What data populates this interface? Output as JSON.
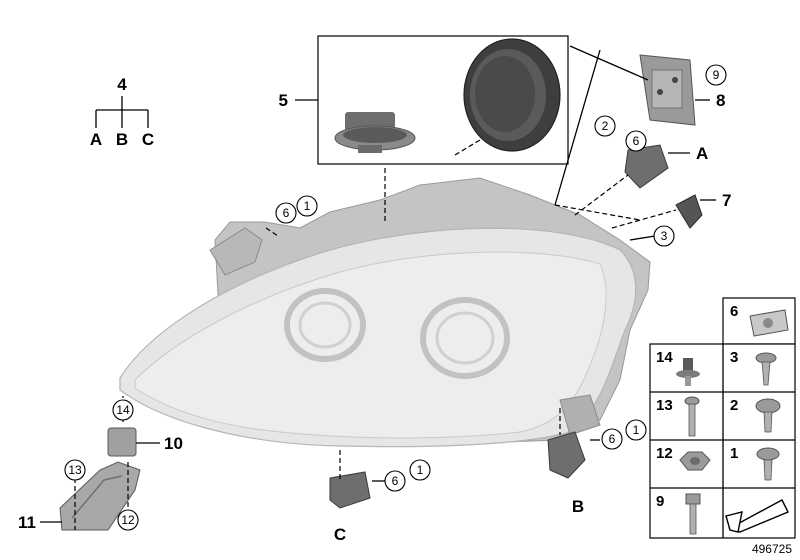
{
  "tree": {
    "root": "4",
    "children": [
      "A",
      "B",
      "C"
    ]
  },
  "callouts": {
    "c5": "5",
    "c7": "7",
    "c8": "8",
    "c9": "9",
    "c10": "10",
    "c11": "11",
    "c2a": "2",
    "c6a": "6",
    "c6b": "6",
    "c1b": "1",
    "c3": "3",
    "c6c": "6",
    "c1c": "1",
    "c6d": "6",
    "c1d": "1",
    "c14": "14",
    "c13": "13",
    "c12": "12",
    "cA": "A",
    "cB": "B",
    "cC": "C"
  },
  "parts_table": [
    {
      "num": "6",
      "part": "clip-nut"
    },
    {
      "num": "14",
      "part": "rubber-mount",
      "num2": "3",
      "part2": "self-tapping-screw"
    },
    {
      "num": "13",
      "part": "bolt",
      "num2": "2",
      "part2": "washer-screw"
    },
    {
      "num": "12",
      "part": "hex-nut",
      "num2": "1",
      "part2": "washer-screw"
    },
    {
      "num": "9",
      "part": "hex-bolt",
      "part2": "arrow-icon"
    }
  ],
  "reference_number": "496725",
  "colors": {
    "line": "#000000",
    "part_gray": "#a9a9a9",
    "lamp_gray": "#d6d6d6"
  }
}
